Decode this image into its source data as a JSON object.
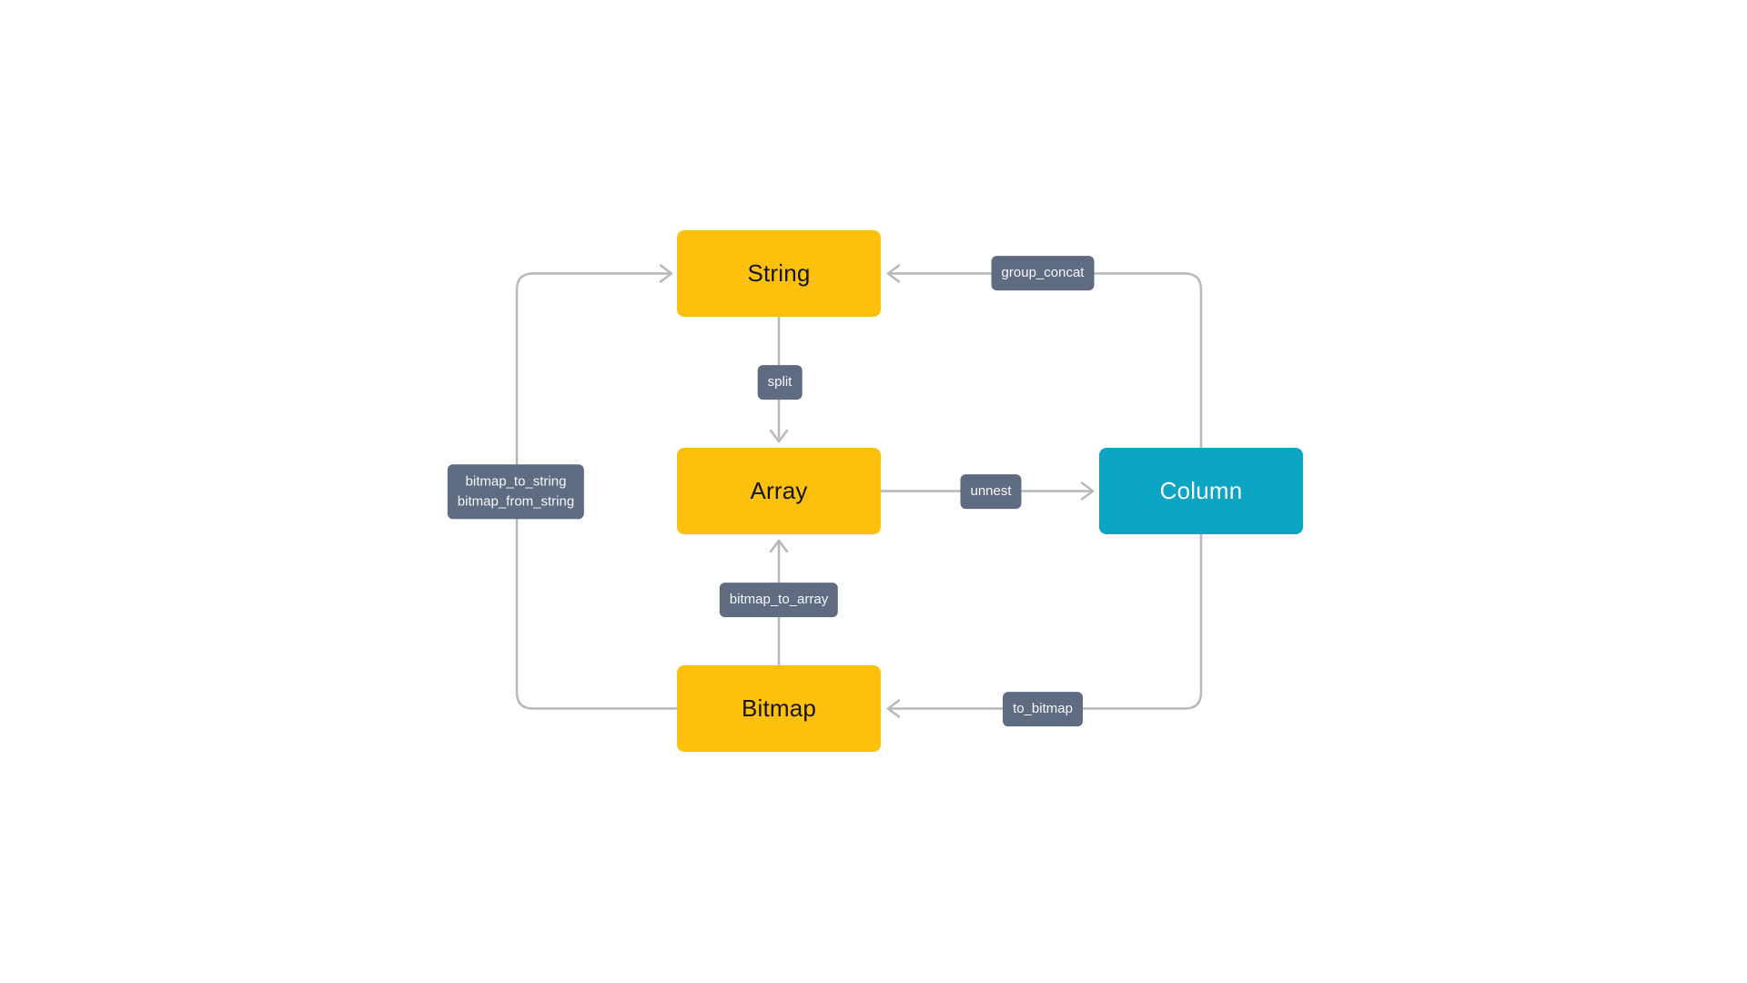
{
  "theme": {
    "canvas_bg": "#FFFFFF",
    "node_yellow": "#FCC00D",
    "node_teal": "#0BA5C3",
    "node_text_dark": "#141414",
    "node_text_light": "#FFFFFF",
    "badge_bg": "#5E6B81",
    "badge_text": "#F7F8FA",
    "line": "#B9B9B9"
  },
  "nodes": {
    "string": {
      "label": "String",
      "color": "#FCC00D"
    },
    "array": {
      "label": "Array",
      "color": "#FCC00D"
    },
    "column": {
      "label": "Column",
      "color": "#0BA5C3"
    },
    "bitmap": {
      "label": "Bitmap",
      "color": "#FCC00D"
    }
  },
  "edges": {
    "split": {
      "label": "split",
      "from": "String",
      "to": "Array"
    },
    "unnest": {
      "label": "unnest",
      "from": "Array",
      "to": "Column"
    },
    "group_concat": {
      "label": "group_concat",
      "from": "Column",
      "to": "String"
    },
    "to_bitmap": {
      "label": "to_bitmap",
      "from": "Column",
      "to": "Bitmap"
    },
    "bitmap_to_array": {
      "label": "bitmap_to_array",
      "from": "Bitmap",
      "to": "Array"
    },
    "bitmap_string": {
      "label_line1": "bitmap_to_string",
      "label_line2": "bitmap_from_string",
      "from": "Bitmap",
      "to": "String"
    }
  }
}
